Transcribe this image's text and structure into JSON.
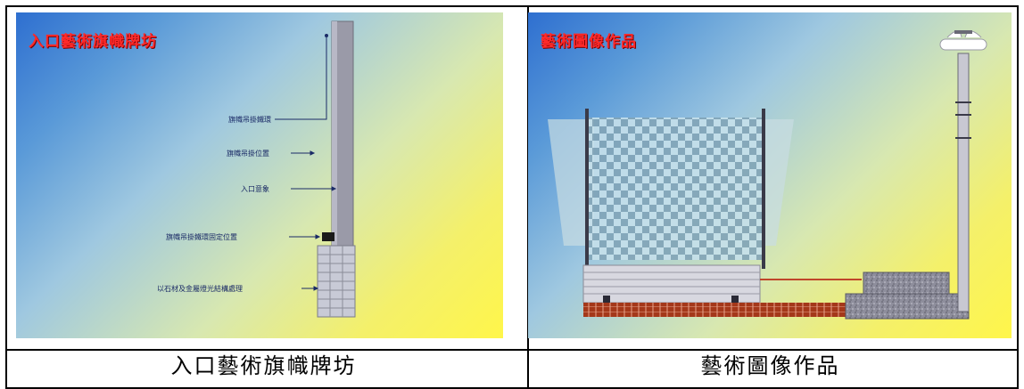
{
  "left_panel": {
    "title": "入口藝術旗幟牌坊",
    "callouts": [
      "旗幟吊掛鐵環",
      "旗幟吊掛位置",
      "入口意象",
      "旗幟吊掛鐵環固定位置",
      "以石材及金屬燈光結構處理"
    ],
    "caption": "入口藝術旗幟牌坊"
  },
  "right_panel": {
    "title": "藝術圖像作品",
    "caption": "藝術圖像作品"
  }
}
